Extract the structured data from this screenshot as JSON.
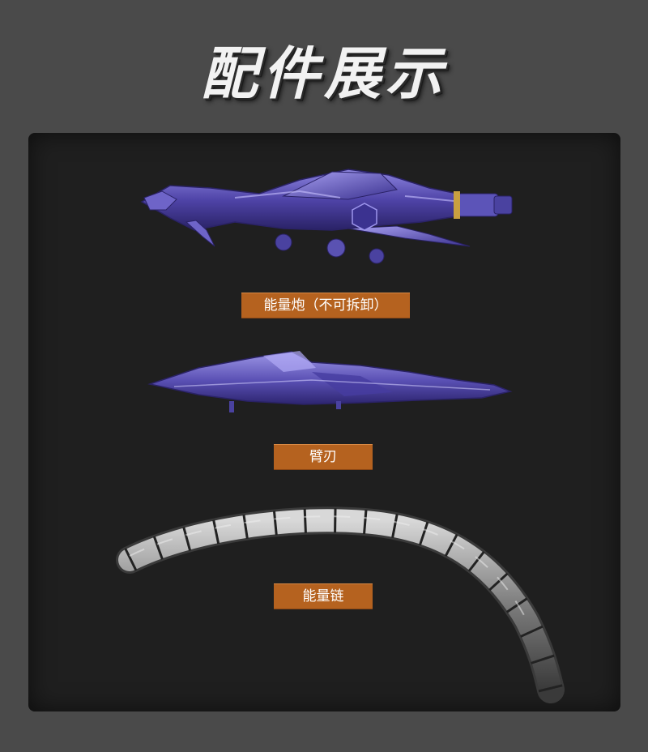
{
  "page": {
    "title": "配件展示"
  },
  "accessories": [
    {
      "label": "能量炮（不可拆卸）",
      "icon": "energy-cannon-image"
    },
    {
      "label": "臂刃",
      "icon": "arm-blade-image"
    },
    {
      "label": "能量链",
      "icon": "energy-chain-image"
    }
  ],
  "colors": {
    "background": "#4a4a4a",
    "panel": "#1f1f1f",
    "label_bg": "#b5621f",
    "part_purple": "#5b4fb0"
  }
}
